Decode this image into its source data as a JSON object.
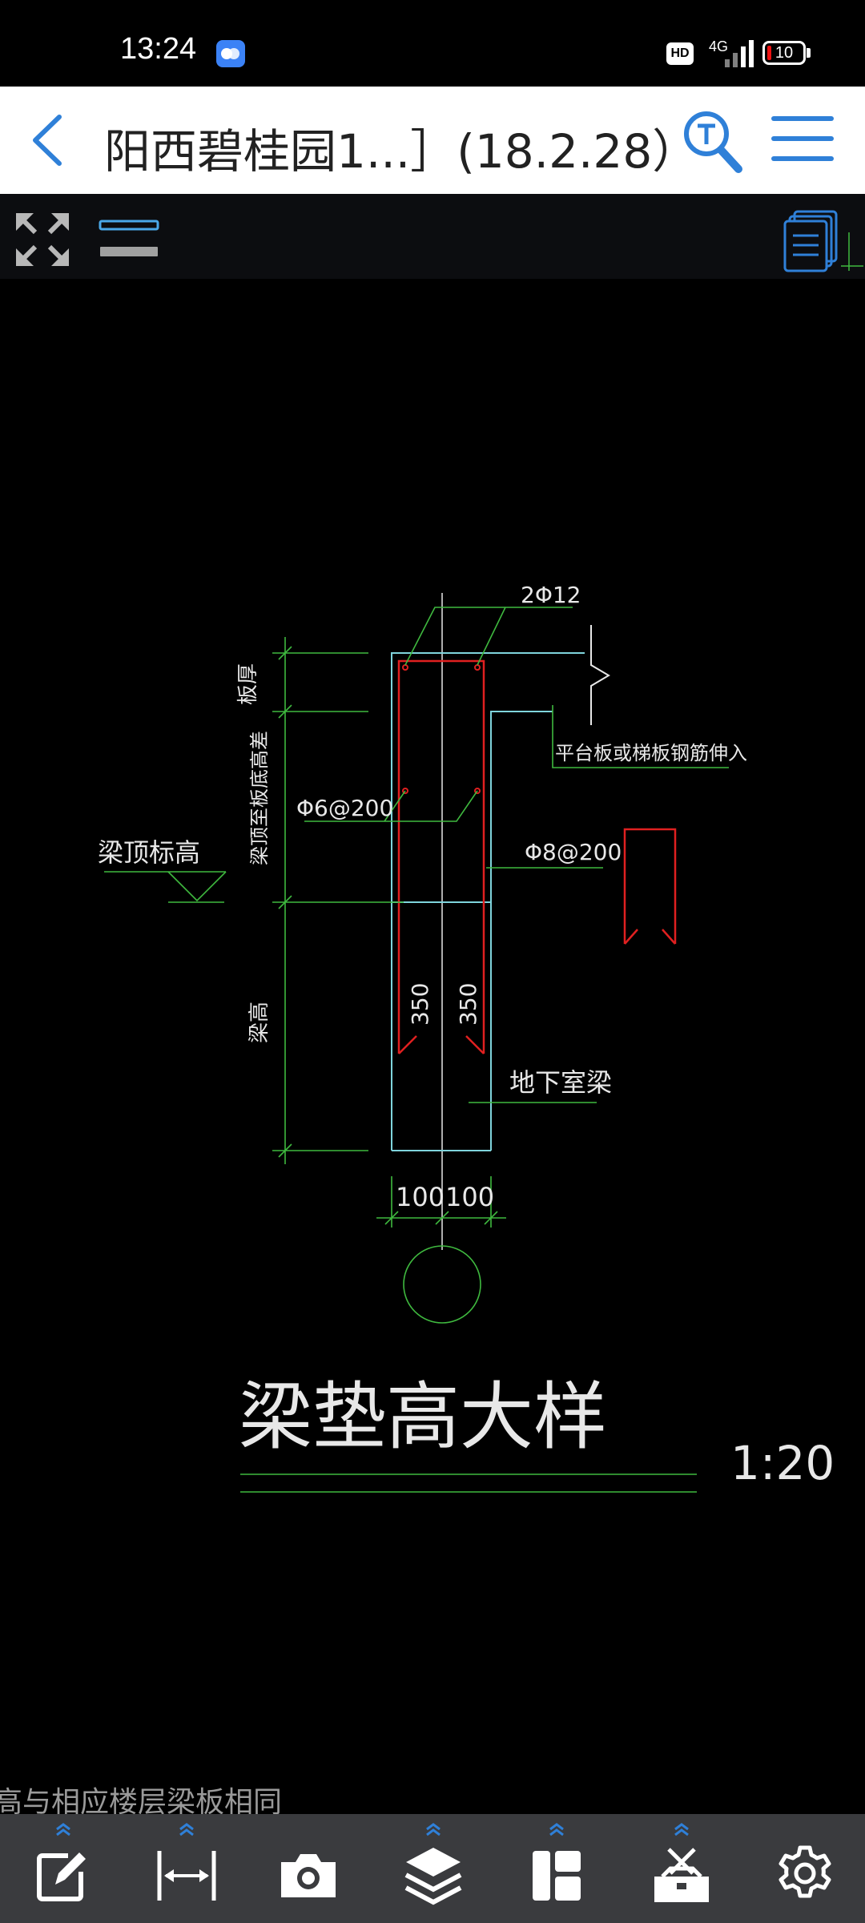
{
  "status_bar": {
    "time": "13:24",
    "hd_badge": "HD",
    "network": "4G",
    "battery": "10"
  },
  "header": {
    "title": "阳西碧桂园1...］(18.2.28）",
    "back_icon": "chevron-left-icon",
    "search_icon": "text-search-icon",
    "menu_icon": "hamburger-menu-icon"
  },
  "toolbar": {
    "fullscreen_icon": "expand-icon",
    "line_toggle_icon": "line-weight-icon",
    "layouts_icon": "documents-stack-icon"
  },
  "drawing": {
    "label_2phi12": "2Φ12",
    "label_ban_hou": "板厚",
    "label_slab_diff": "梁顶至板底高差",
    "label_phi6": "Φ6@200",
    "label_beam_top_elev": "梁顶标高",
    "label_platform": "平台板或梯板钢筋伸入",
    "label_phi8": "Φ8@200",
    "label_beam_height": "梁高",
    "label_350_left": "350",
    "label_350_right": "350",
    "label_basement_beam": "地下室梁",
    "label_100_left": "100",
    "label_100_right": "100",
    "title": "梁垫高大样",
    "scale": "1:20",
    "partial_note": "高与相应楼层梁板相同"
  },
  "colors": {
    "accent": "#2f80d8",
    "cad_green": "#3fb93f",
    "cad_white": "#e8e8e8",
    "cad_cyan": "#7fd4dc",
    "cad_red": "#e02020"
  },
  "bottom_bar": {
    "items": [
      "edit-icon",
      "measure-icon",
      "camera-icon",
      "layers-icon",
      "layout-icon",
      "toolbox-icon",
      "settings-icon"
    ]
  }
}
